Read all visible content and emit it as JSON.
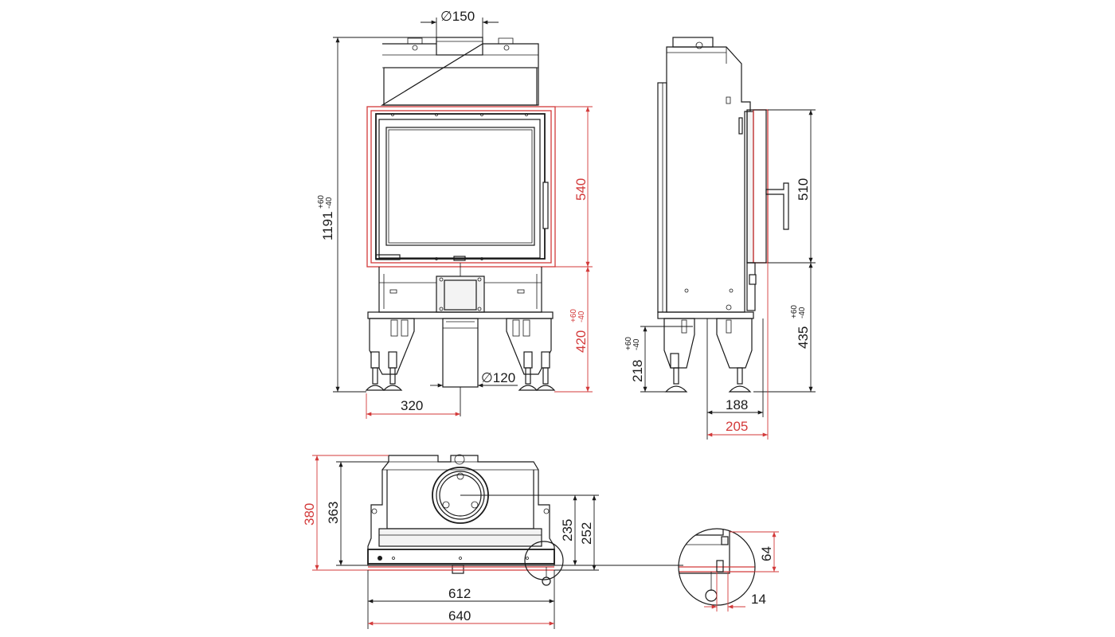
{
  "colors": {
    "line": "#1a1a1a",
    "accent": "#d33a3a",
    "background": "#ffffff"
  },
  "front": {
    "flue_diameter": "∅150",
    "height": "1191",
    "height_tol_plus": "+60",
    "height_tol_minus": "-40",
    "door_height": "540",
    "bottom_height": "420",
    "bottom_tol_plus": "+60",
    "bottom_tol_minus": "-40",
    "inlet_diameter": "∅120",
    "offset": "320"
  },
  "side": {
    "glass_height": "510",
    "bottom_height": "435",
    "bottom_tol_plus": "+60",
    "bottom_tol_minus": "-40",
    "leg_height": "218",
    "leg_tol_plus": "+60",
    "leg_tol_minus": "-40",
    "depth_inner": "188",
    "depth_outer": "205"
  },
  "top": {
    "depth_outer": "380",
    "depth_inner": "363",
    "flue_offset_1": "235",
    "flue_offset_2": "252",
    "width_inner": "612",
    "width_outer": "640"
  },
  "detail": {
    "height": "64",
    "width": "14"
  }
}
